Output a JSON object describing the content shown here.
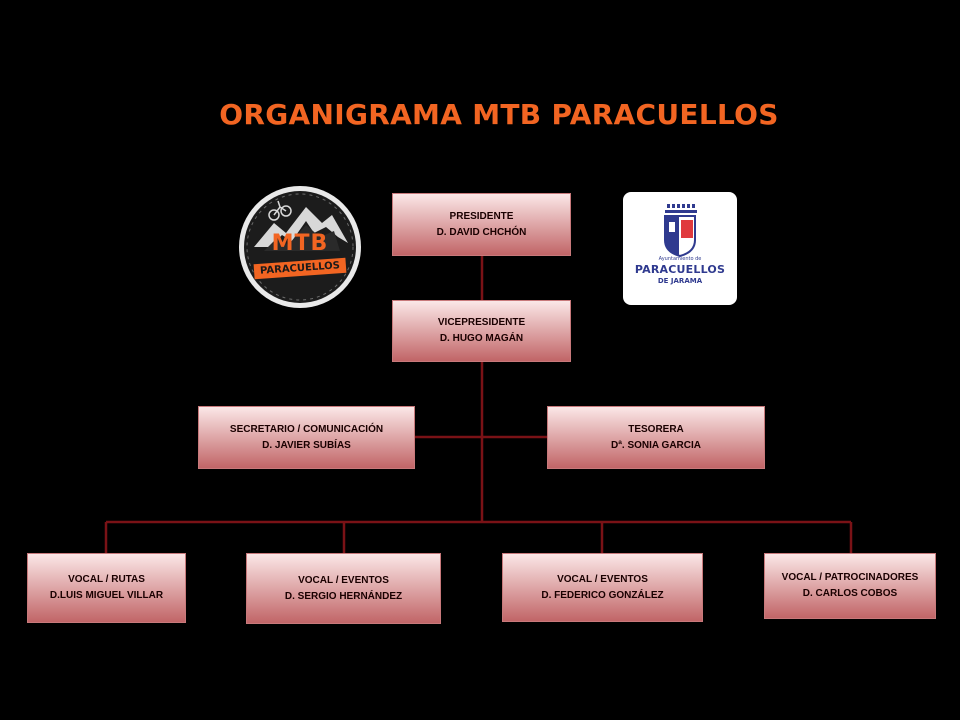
{
  "title": "ORGANIGRAMA MTB PARACUELLOS",
  "colors": {
    "background": "#000000",
    "title": "#f26522",
    "box_top": "#fbe7e7",
    "box_bottom": "#c16567",
    "connector": "#7a1216",
    "box_text": "#1a0000"
  },
  "logos": {
    "mtb": {
      "icon": "mtb-paracuellos-logo-icon",
      "line1": "MTB",
      "line2": "PARACUELLOS"
    },
    "municipality": {
      "icon": "paracuellos-coat-of-arms-icon",
      "small_text": "Ayuntamiento de",
      "line1": "PARACUELLOS",
      "line2": "DE JARAMA"
    }
  },
  "org": {
    "presidente": {
      "role": "PRESIDENTE",
      "name": "D. DAVID CHCHÓN"
    },
    "vicepresidente": {
      "role": "VICEPRESIDENTE",
      "name": "D. HUGO MAGÁN"
    },
    "secretario": {
      "role": "SECRETARIO / COMUNICACIÓN",
      "name": "D. JAVIER SUBÍAS"
    },
    "tesorera": {
      "role": "TESORERA",
      "name": "Dª. SONIA GARCIA"
    },
    "vocales": [
      {
        "role": "VOCAL / RUTAS",
        "name": "D.LUIS MIGUEL VILLAR"
      },
      {
        "role": "VOCAL / EVENTOS",
        "name": "D. SERGIO HERNÁNDEZ"
      },
      {
        "role": "VOCAL / EVENTOS",
        "name": "D. FEDERICO GONZÁLEZ"
      },
      {
        "role": "VOCAL / PATROCINADORES",
        "name": "D. CARLOS COBOS"
      }
    ]
  }
}
